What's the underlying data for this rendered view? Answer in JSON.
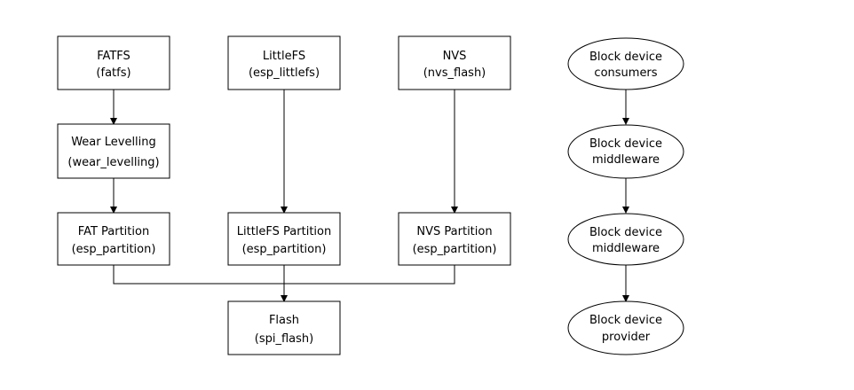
{
  "diagram": {
    "fatfs": {
      "line1": "FATFS",
      "line2": "(fatfs)"
    },
    "littlefs": {
      "line1": "LittleFS",
      "line2": "(esp_littlefs)"
    },
    "nvs": {
      "line1": "NVS",
      "line2": "(nvs_flash)"
    },
    "wear_levelling": {
      "line1": "Wear Levelling",
      "line2": "(wear_levelling)"
    },
    "fat_partition": {
      "line1": "FAT Partition",
      "line2": "(esp_partition)"
    },
    "littlefs_partition": {
      "line1": "LittleFS Partition",
      "line2": "(esp_partition)"
    },
    "nvs_partition": {
      "line1": "NVS Partition",
      "line2": "(esp_partition)"
    },
    "flash": {
      "line1": "Flash",
      "line2": "(spi_flash)"
    }
  },
  "legend": [
    {
      "line1": "Block device",
      "line2": "consumers"
    },
    {
      "line1": "Block device",
      "line2": "middleware"
    },
    {
      "line1": "Block device",
      "line2": "middleware"
    },
    {
      "line1": "Block device",
      "line2": "provider"
    }
  ]
}
